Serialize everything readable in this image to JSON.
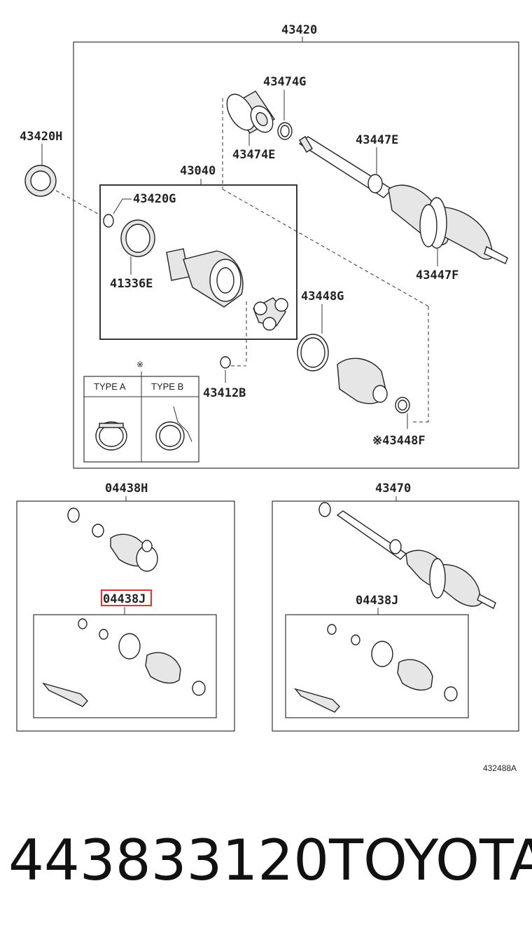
{
  "labels": {
    "assembly": "43420",
    "bearing_left": "43420H",
    "damper": "43474G",
    "damper_body": "43474E",
    "outer_clamp_top": "43447E",
    "outer_clamp_bottom": "43447F",
    "inner_joint": "43040",
    "snap_ring_top": "43420G",
    "inner_ring": "41336E",
    "inner_clamp_large": "43448G",
    "snap_ring_bottom": "43412B",
    "inner_clamp_small": "※43448F",
    "kit_h": "04438H",
    "kit_j_left": "04438J",
    "assy_right": "43470",
    "kit_j_right": "04438J"
  },
  "legend": {
    "mark": "※",
    "type_a": "TYPE A",
    "type_b": "TYPE B"
  },
  "diagram_code": "432488A",
  "footer": {
    "part_number": "443833120",
    "brand": "TOYOTA"
  },
  "highlight_color": "#d33333"
}
